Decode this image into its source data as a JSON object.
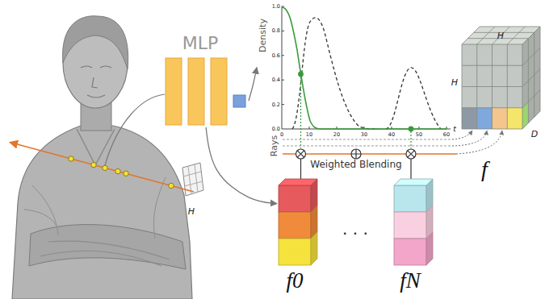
{
  "diagram": {
    "nodes": [
      {
        "text": [
          "MLP"
        ]
      },
      {
        "text": [
          "Density"
        ]
      },
      {
        "text": [
          "H",
          "H",
          "D",
          "f"
        ]
      },
      {
        "text": [
          "f0"
        ]
      },
      {
        "text": [
          "fN"
        ]
      }
    ],
    "edges": [
      {
        "from": 0,
        "to": 1,
        "arrow": "to"
      },
      {
        "from": 0,
        "to": 3,
        "arrow": "to"
      }
    ],
    "labels": [
      "1.0",
      "0.8",
      "0.6",
      "0.4",
      "0.2",
      "0.0",
      "0",
      "10",
      "20",
      "30",
      "40",
      "50",
      "60",
      "t",
      "Rays",
      "Weighted Blending",
      "· · ·",
      "H"
    ]
  }
}
